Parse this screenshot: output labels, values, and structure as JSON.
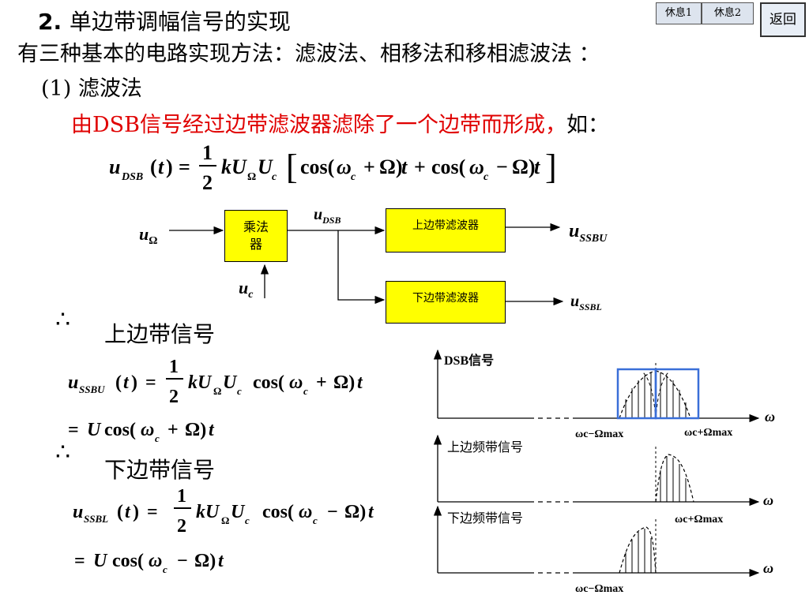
{
  "nav": {
    "rest1": "休息1",
    "rest2": "休息2",
    "return": "返回"
  },
  "heading": {
    "number": "2.",
    "title": "单边带调幅信号的实现"
  },
  "intro": "有三种基本的电路实现方法：滤波法、相移法和移相滤波法 ：",
  "subsection": "(1)  滤波法",
  "desc_red": "由DSB信号经过边带滤波器滤除了一个边带而形成，",
  "desc_black": "如：",
  "block": {
    "input_omega": "u",
    "input_omega_sub": "Ω",
    "multiplier": "乘法器",
    "carrier": "u",
    "carrier_sub": "c",
    "dsb": "u",
    "dsb_sub": "DSB",
    "upper_filter": "上边带滤波器",
    "lower_filter": "下边带滤波器",
    "out_upper": "u",
    "out_upper_sub": "SSBU",
    "out_lower": "u",
    "out_lower_sub": "SSBL"
  },
  "upper_sideband_label": "上边带信号",
  "lower_sideband_label": "下边带信号",
  "spectrum": {
    "dsb_title": "DSB信号",
    "upper_title": "上边频带信号",
    "lower_title": "下边频带信号",
    "omega": "ω",
    "wc_minus": "ωc−Ωmax",
    "wc_plus": "ωc+Ωmax"
  },
  "colors": {
    "red": "#e00000",
    "yellow": "#ffff00",
    "blue_box": "#3a6fd8"
  }
}
